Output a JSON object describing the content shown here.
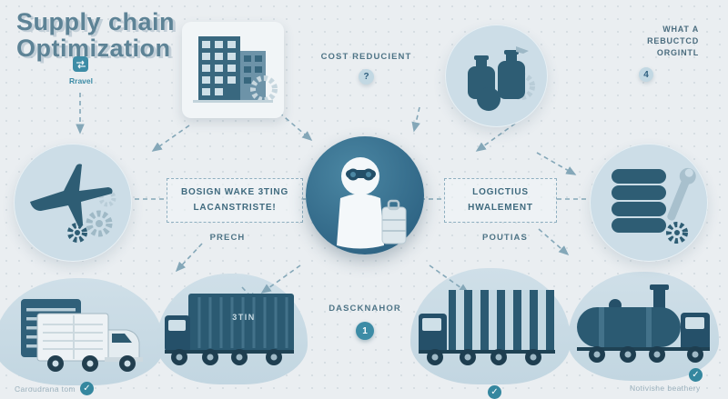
{
  "title": {
    "line1": "Supply chain",
    "line2": "Optimization"
  },
  "top_left": {
    "label": "Rravel"
  },
  "top_center": {
    "label": "COST REDUCIENT",
    "badge": "?"
  },
  "top_right": {
    "lines": [
      "WHAT A",
      "REBUCTCD",
      "ORGINTL"
    ],
    "badge": "4"
  },
  "left_box": {
    "line1": "BOSIGN WAKE 3TING",
    "line2": "LACANSTRISTE!"
  },
  "right_box": {
    "line1": "LOGICTIUS",
    "line2": "HWALEMENT"
  },
  "mid_labels": {
    "prech": "PRECH",
    "poutias": "POUTIAS"
  },
  "bottom_center": {
    "label": "DASCKNAHOR",
    "badge": "1"
  },
  "trucks": {
    "container_label": "3TIN"
  },
  "footer": {
    "left": "Caroudrana tom",
    "right": "Notivishe beathery"
  },
  "icons": {
    "check": "✓"
  },
  "colors": {
    "accent_teal": "#3d8ca6",
    "dark_navy": "#2b5a72",
    "light_circle": "#ccdde7",
    "center_circle": "#39718f",
    "background": "#eaeef1"
  }
}
